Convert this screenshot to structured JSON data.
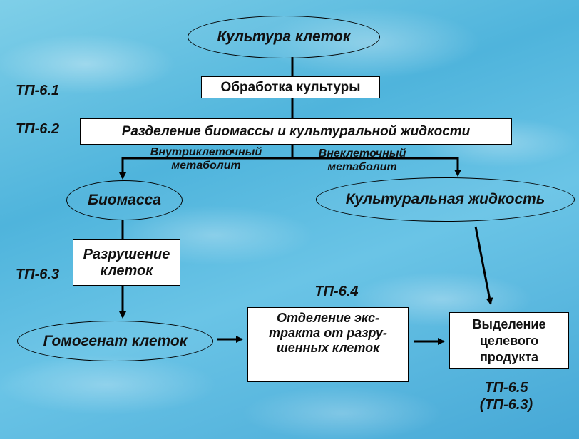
{
  "nodes": {
    "culture": "Культура клеток",
    "processing": "Обработка культуры",
    "separation": "Разделение биомассы и культуральной жидкости",
    "biomass": "Биомасса",
    "liquid": "Культуральная жидкость",
    "disruption_line1": "Разрушение",
    "disruption_line2": "клеток",
    "homogenate": "Гомогенат клеток",
    "extract_line1": "Отделение экс-",
    "extract_line2": "тракта от разру-",
    "extract_line3": "шенных клеток",
    "product_line1": "Выделение",
    "product_line2": "целевого",
    "product_line3": "продукта"
  },
  "edge_labels": {
    "intracellular_line1": "Внутриклеточный",
    "intracellular_line2": "метаболит",
    "extracellular_line1": "Внеклеточный",
    "extracellular_line2": "метаболит"
  },
  "stage_tags": {
    "tp61": "ТП-6.1",
    "tp62": "ТП-6.2",
    "tp63": "ТП-6.3",
    "tp64": "ТП-6.4",
    "tp65_line1": "ТП-6.5",
    "tp65_line2": "(ТП-6.3)"
  }
}
